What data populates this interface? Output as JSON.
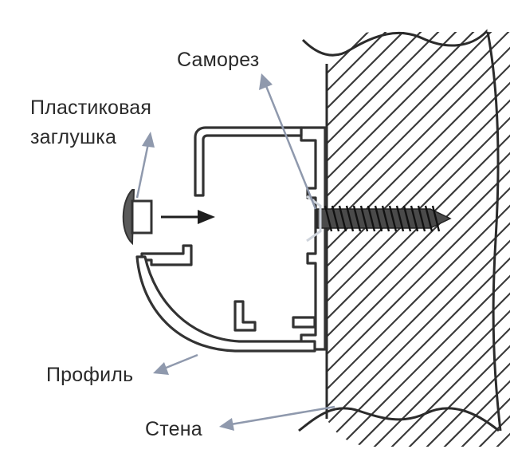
{
  "labels": {
    "screw": "Саморез",
    "plastic_cap": "Пластиковая заглушка",
    "plastic_cap_line1": "Пластиковая",
    "plastic_cap_line2": "заглушка",
    "profile": "Профиль",
    "wall": "Стена"
  },
  "colors": {
    "leader_arrow": "#8f99ad",
    "line": "#333333",
    "background": "#ffffff"
  }
}
